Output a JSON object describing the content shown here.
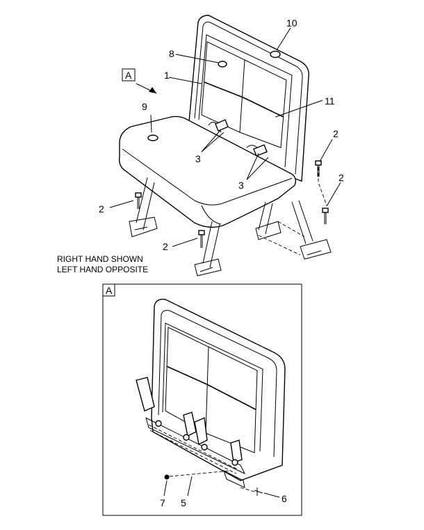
{
  "main_view": {
    "callouts": {
      "c1": "1",
      "c2a": "2",
      "c2b": "2",
      "c2c": "2",
      "c2d": "2",
      "c3a": "3",
      "c3b": "3",
      "c8": "8",
      "c9": "9",
      "c10": "10",
      "c11": "11"
    },
    "view_ref": "A",
    "note_line1": "RIGHT HAND SHOWN",
    "note_line2": "LEFT HAND OPPOSITE"
  },
  "detail_view": {
    "label": "A",
    "callouts": {
      "c5": "5",
      "c6": "6",
      "c7": "7"
    }
  }
}
